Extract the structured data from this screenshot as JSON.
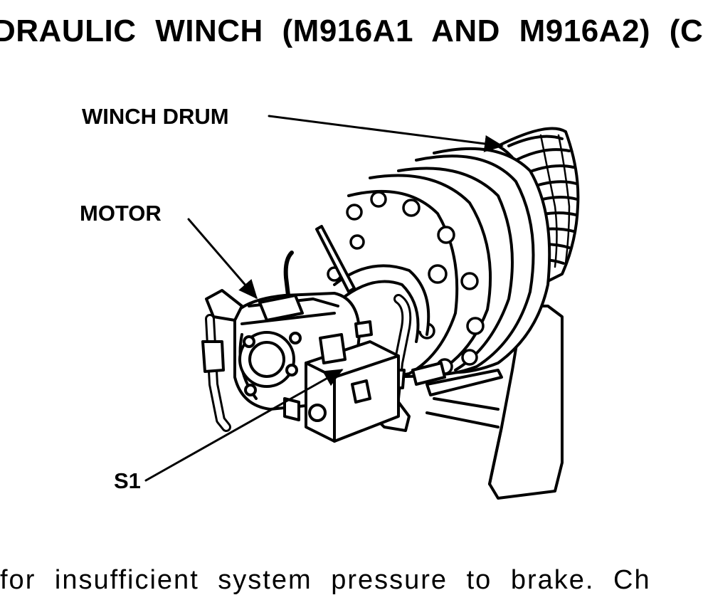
{
  "heading": "DRAULIC WINCH (M916A1 AND M916A2) (C",
  "callouts": {
    "winch_drum": "WINCH DRUM",
    "motor": "MOTOR",
    "s1": "S1"
  },
  "body_text": "for insufficient system pressure to brake. Ch"
}
